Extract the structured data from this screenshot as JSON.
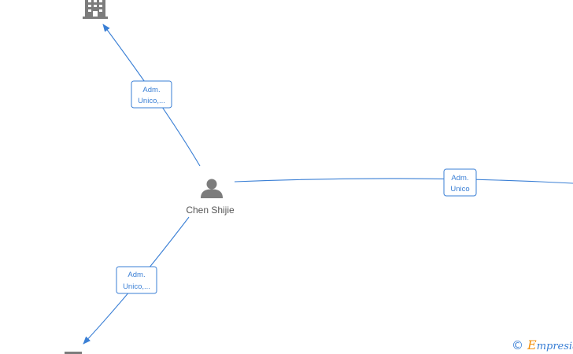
{
  "person": {
    "name": "Chen Shijie"
  },
  "relations": [
    {
      "line1": "Adm.",
      "line2": "Unico,..."
    },
    {
      "line1": "Adm.",
      "line2": "Unico"
    },
    {
      "line1": "Adm.",
      "line2": "Unico,..."
    }
  ],
  "brand": {
    "copyright": "©",
    "logo_initial": "E",
    "logo_rest": "mpresia"
  },
  "colors": {
    "edge": "#3a7fd5",
    "icon": "#7c7c7c",
    "brand_accent": "#f29111"
  }
}
